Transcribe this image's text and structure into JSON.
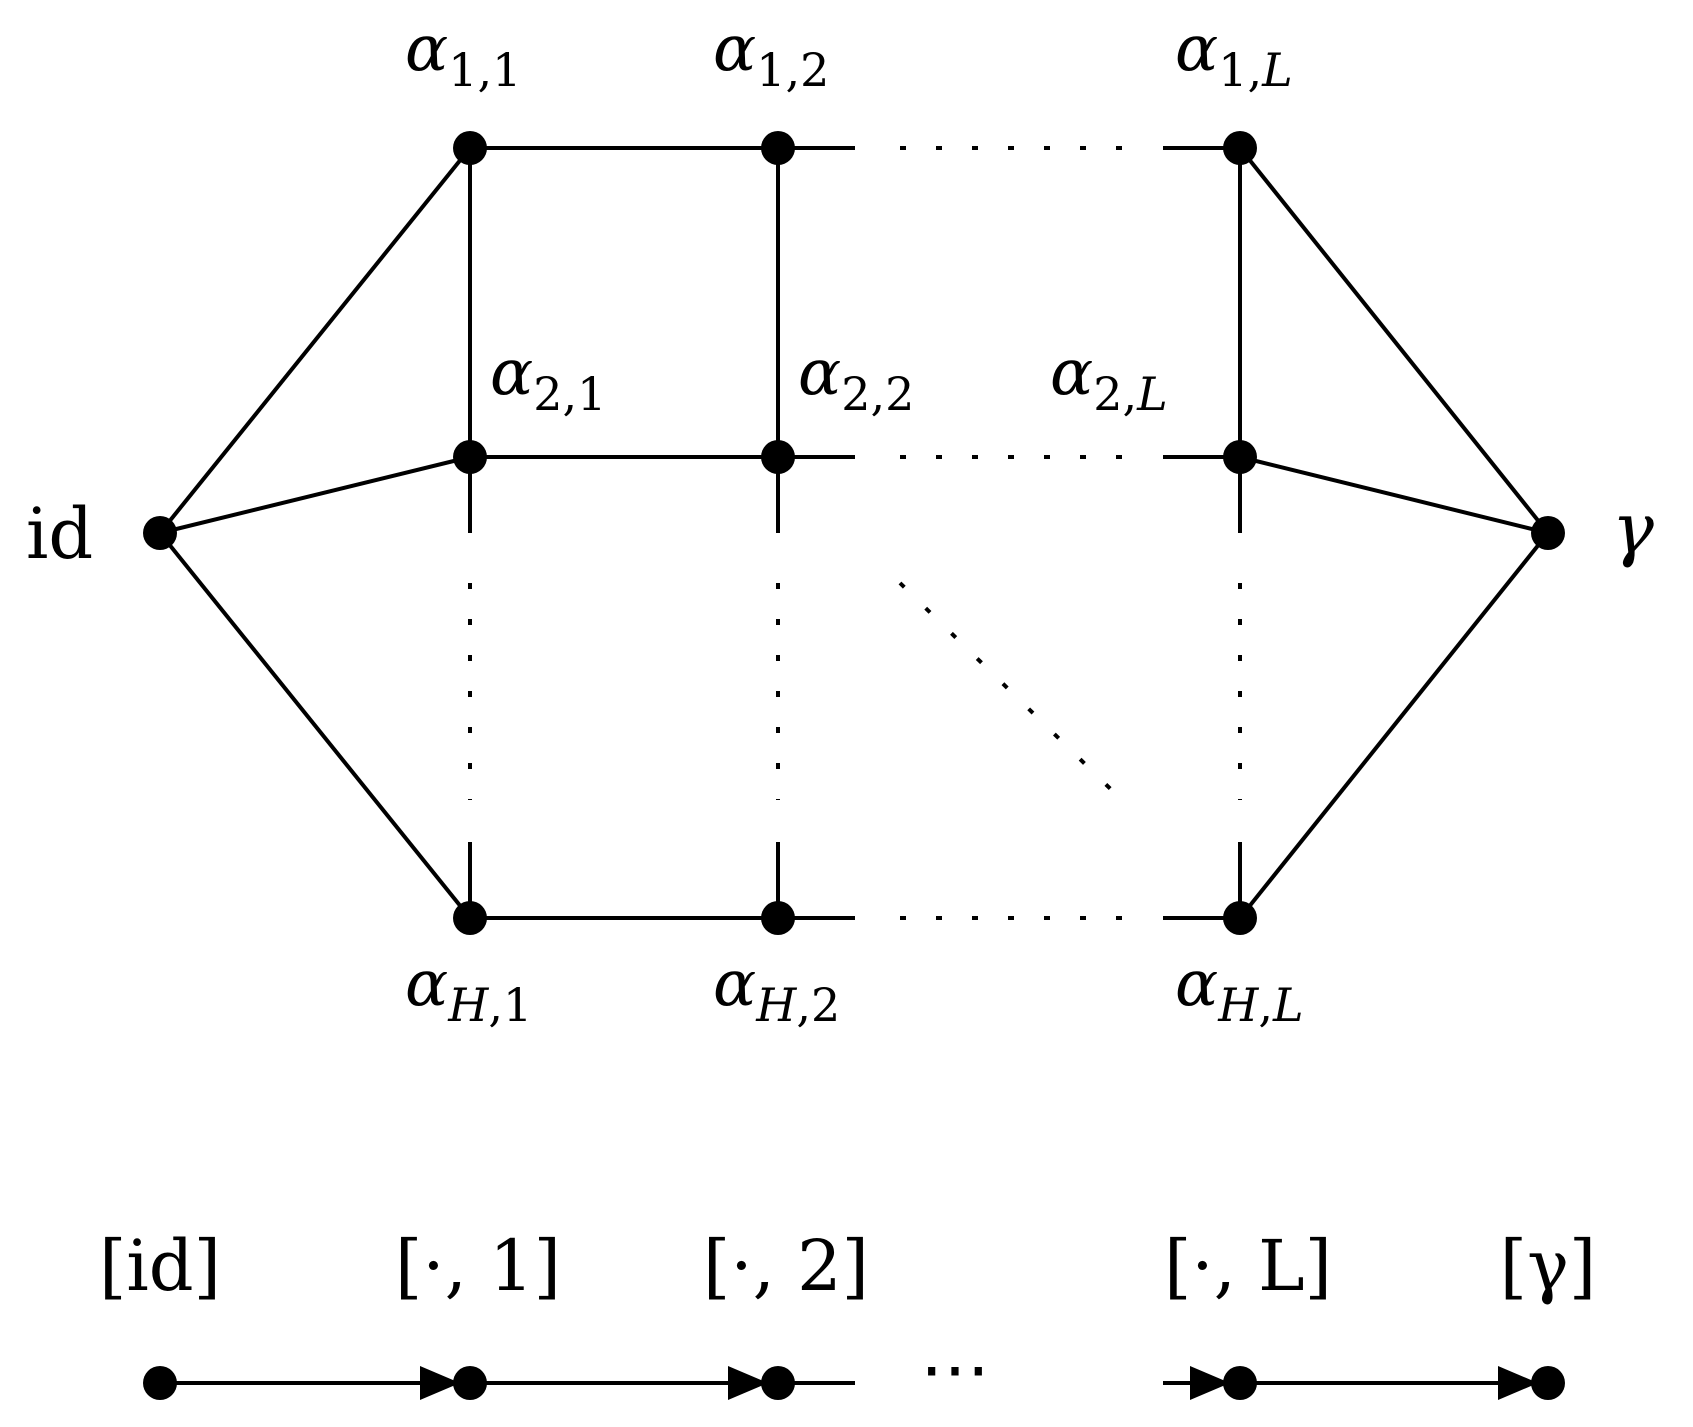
{
  "graph": {
    "left_label": "id",
    "right_label": "γ",
    "node_symbol": "α",
    "columns": [
      "1",
      "2",
      "L"
    ],
    "rows": [
      "1",
      "2",
      "H"
    ]
  },
  "quotient": {
    "labels": [
      "[id]",
      "[·, 1]",
      "[·, 2]",
      "[·, L]",
      "[γ]"
    ],
    "ellipsis": "⋯"
  },
  "colors": {
    "ink": "#000000",
    "background": "#ffffff"
  }
}
